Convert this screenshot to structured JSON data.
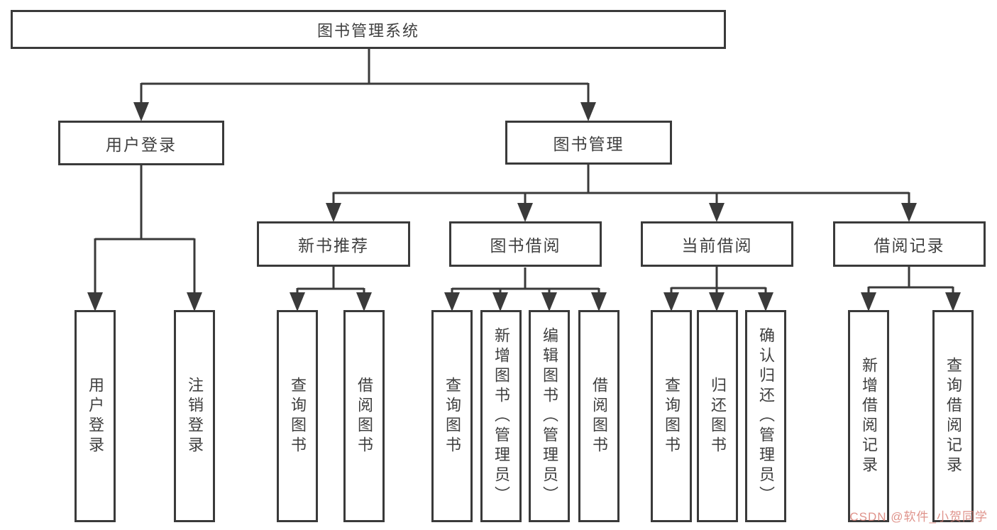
{
  "tree": {
    "root": "图书管理系统",
    "level2": [
      {
        "label": "用户登录",
        "children": [
          {
            "label": "用户登录"
          },
          {
            "label": "注销登录"
          }
        ]
      },
      {
        "label": "图书管理",
        "children": [
          {
            "label": "新书推荐",
            "children": [
              {
                "label": "查询图书"
              },
              {
                "label": "借阅图书"
              }
            ]
          },
          {
            "label": "图书借阅",
            "children": [
              {
                "label": "查询图书"
              },
              {
                "label": "新增图书（管理员）"
              },
              {
                "label": "编辑图书（管理员）"
              },
              {
                "label": "借阅图书"
              }
            ]
          },
          {
            "label": "当前借阅",
            "children": [
              {
                "label": "查询图书"
              },
              {
                "label": "归还图书"
              },
              {
                "label": "确认归还（管理员）"
              }
            ]
          },
          {
            "label": "借阅记录",
            "children": [
              {
                "label": "新增借阅记录"
              },
              {
                "label": "查询借阅记录"
              }
            ]
          }
        ]
      }
    ]
  },
  "watermark": {
    "text": "CSDN @软件_小贺同学"
  },
  "colors": {
    "line": "#3a3a3a",
    "text": "#3f3f3f",
    "background": "#ffffff",
    "watermark": "#d7786e"
  }
}
